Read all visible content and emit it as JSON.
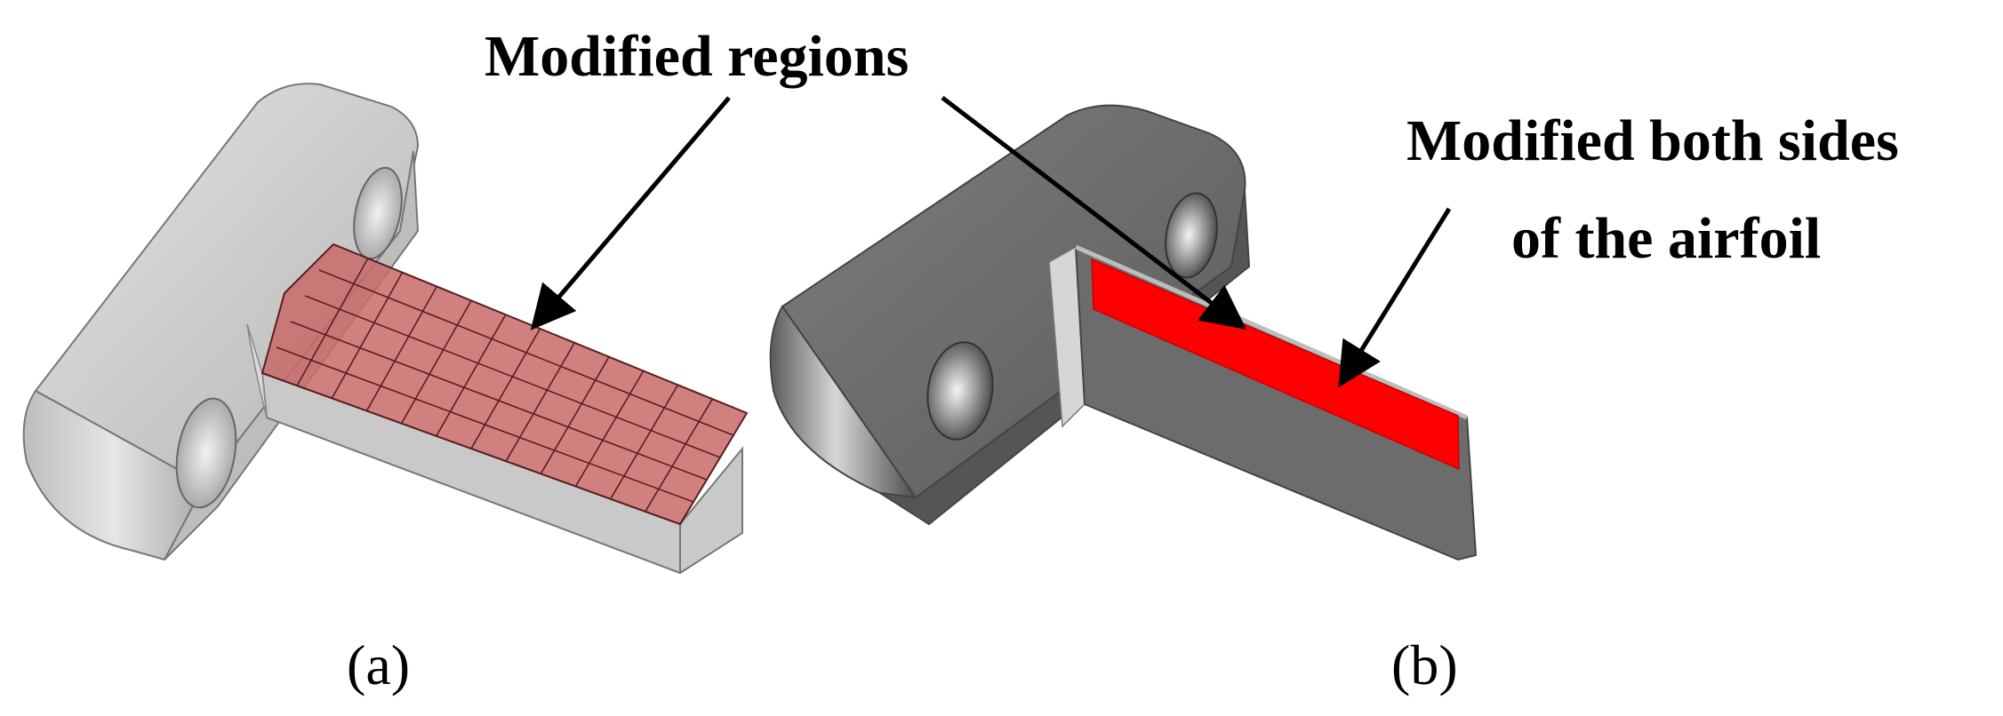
{
  "labels": {
    "modified_regions": "Modified regions",
    "modified_both_line1": "Modified both sides",
    "modified_both_line2": "of the airfoil",
    "caption_a": "(a)",
    "caption_b": "(b)"
  },
  "colors": {
    "background": "#ffffff",
    "light_part": "#c9c9c9",
    "light_part_shade": "#a3a3a3",
    "dark_part": "#6e6e6e",
    "dark_part_shade": "#4a4a4a",
    "mesh_fill": "#c96a6a",
    "mesh_line": "#5a1e1e",
    "highlight_red": "#ff0000",
    "arrow": "#000000"
  },
  "icons": {
    "part_a": "cad-part-light-icon",
    "part_b": "cad-part-dark-icon"
  }
}
